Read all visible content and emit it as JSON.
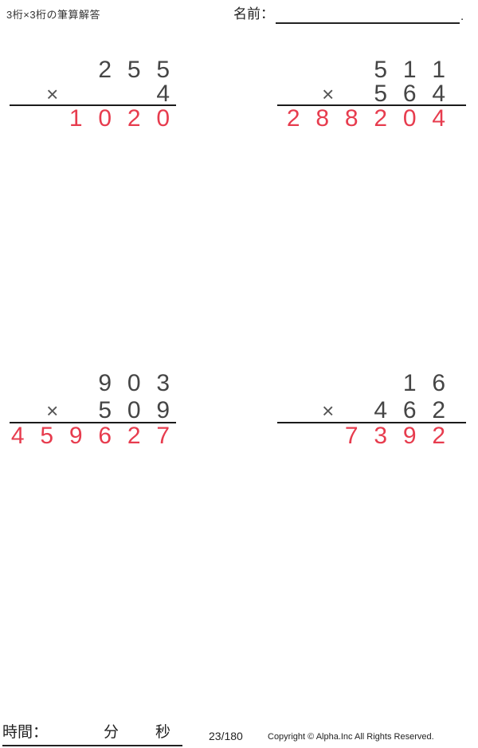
{
  "header": {
    "title": "3桁×3桁の筆算解答",
    "name_label": "名前：",
    "name_period": "."
  },
  "problems": [
    {
      "multiplicand": "255",
      "operator": "×",
      "multiplier": "4",
      "product": "1020"
    },
    {
      "multiplicand": "511",
      "operator": "×",
      "multiplier": "564",
      "product": "288204"
    },
    {
      "multiplicand": "903",
      "operator": "×",
      "multiplier": "509",
      "product": "459627"
    },
    {
      "multiplicand": "16",
      "operator": "×",
      "multiplier": "462",
      "product": "7392"
    }
  ],
  "footer": {
    "time_label": "時間：",
    "minutes_label": "分",
    "seconds_label": "秒",
    "page_number": "23/180",
    "copyright": "Copyright © Alpha.Inc All Rights Reserved."
  },
  "colors": {
    "answer_red": "#e73c4e",
    "digit_color": "#454545"
  }
}
